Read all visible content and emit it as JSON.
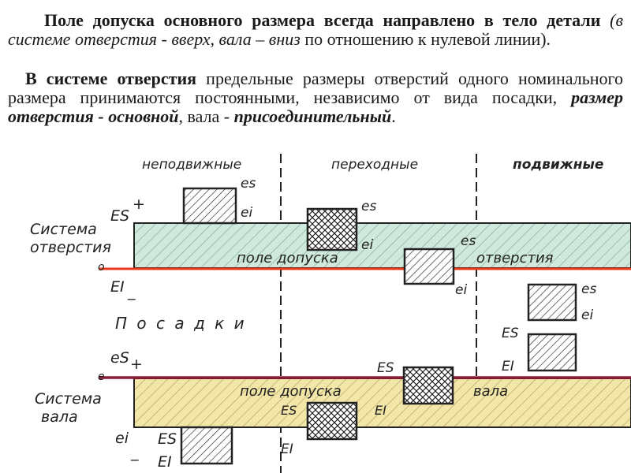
{
  "paragraph1": {
    "bold_start": "Поле допуска основного размера всегда направлено",
    "bold_body": "в тело детали",
    "italic": "(в системе отверстия - вверх,  вала – вниз",
    "rest": "по отношению к нулевой линии)."
  },
  "paragraph2": {
    "bold_start": "В системе отверстия",
    "text1": "предельные размеры отверстий одного номинального размера принимаются постоянными, независимо от вида посадки,",
    "bi1": "размер отверстия - основной",
    "text2": ", вала -",
    "bi2": "присоединительный",
    "end": "."
  },
  "diagram": {
    "columns": [
      "неподвижные",
      "переходные",
      "подвижные"
    ],
    "hole_system_label": [
      "Система",
      "отверстия"
    ],
    "shaft_system_label": [
      "Система",
      "вала"
    ],
    "hole_zone_text_1": "поле допуска",
    "hole_zone_text_2": "отверстия",
    "shaft_zone_text_1": "поле допуска",
    "shaft_zone_text_2": "вала",
    "posadki": "П о с а д к и",
    "labels": {
      "ES_plus": "ES",
      "plus": "+",
      "minus": "_",
      "es": "es",
      "ei": "ei",
      "ES": "ES",
      "EI": "EI",
      "e": "e",
      "o": "o",
      "eS": "eS"
    },
    "colors": {
      "hole_zone": "#cfe9dc",
      "shaft_zone": "#f2e6a8",
      "zero_line_hole": "#e8391b",
      "zero_line_shaft": "#8e1a3a"
    }
  }
}
